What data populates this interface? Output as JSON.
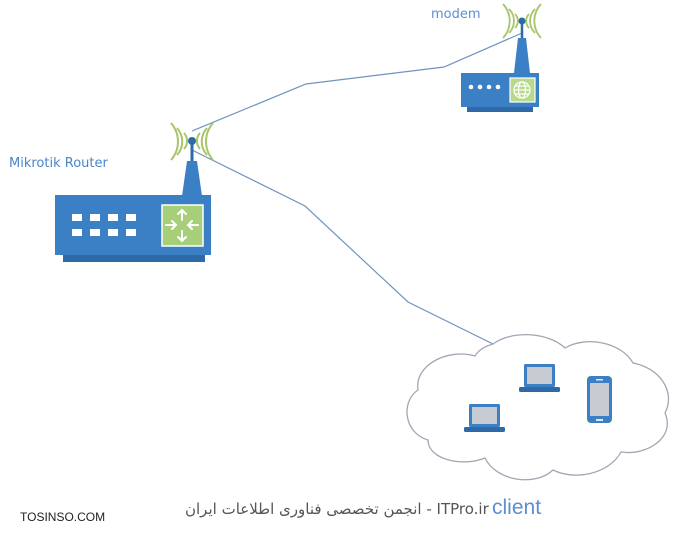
{
  "labels": {
    "modem": "modem",
    "router": "Mikrotik Router",
    "client": "client"
  },
  "watermarks": {
    "left": "TOSINSO.COM",
    "center": "ITPro.ir - انجمن تخصصی فناوری اطلاعات ایران"
  },
  "colors": {
    "device_blue": "#3b7fc4",
    "device_dark": "#2e6aa8",
    "router_panel_green": "#a7cf7a",
    "modem_panel_green": "#b8d98c",
    "wifi_arc_green": "#a7c56b",
    "link_line": "#6f93bf",
    "cloud_outline": "#9fa8b3"
  },
  "icons": {
    "router": "router-icon",
    "modem": "modem-icon",
    "cloud": "cloud-icon",
    "laptop": "laptop-icon",
    "phone": "smartphone-icon",
    "wifi": "wifi-signal-icon"
  }
}
